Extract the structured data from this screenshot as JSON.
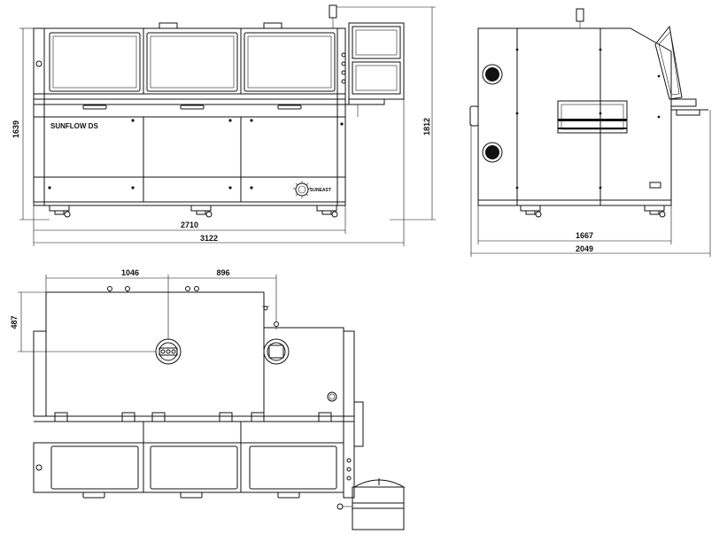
{
  "front_view": {
    "model_label": "SUNFLOW DS",
    "logo_text": "SUNEAST",
    "dim_height": "1639",
    "dim_total_height": "1812",
    "dim_conveyor_width": "2710",
    "dim_total_width": "3122"
  },
  "side_view": {
    "dim_depth": "1667",
    "dim_total_depth": "2049"
  },
  "top_view": {
    "dim_left_offset": "1046",
    "dim_right_offset": "896",
    "dim_vertical_offset": "487"
  }
}
